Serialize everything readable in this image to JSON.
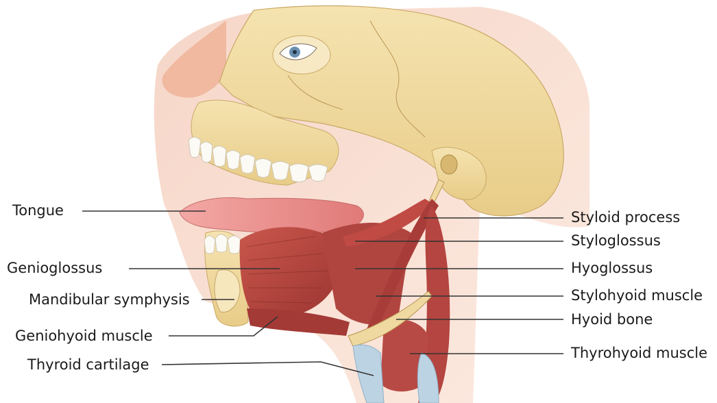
{
  "labels_left": {
    "tongue": "Tongue",
    "genioglossus": "Genioglossus",
    "mandibular_symphysis": "Mandibular symphysis",
    "geniohyoid_muscle": "Geniohyoid muscle",
    "thyroid_cartilage": "Thyroid cartilage"
  },
  "labels_right": {
    "styloid_process": "Styloid process",
    "styloglossus": "Styloglossus",
    "hyoglossus": "Hyoglossus",
    "stylohyoid_muscle": "Stylohyoid muscle",
    "hyoid_bone": "Hyoid bone",
    "thyrohyoid_muscle": "Thyrohyoid muscle"
  },
  "colors": {
    "bone": "#f1dca0",
    "bone_shadow": "#d9bf7c",
    "skin": "#f6d2c0",
    "muscle": "#b8453e",
    "muscle_dark": "#8e2e2c",
    "tongue": "#e58a8a",
    "cartilage": "#bcd3e3",
    "tooth": "#fbfaf4",
    "leader_line": "#333333"
  }
}
